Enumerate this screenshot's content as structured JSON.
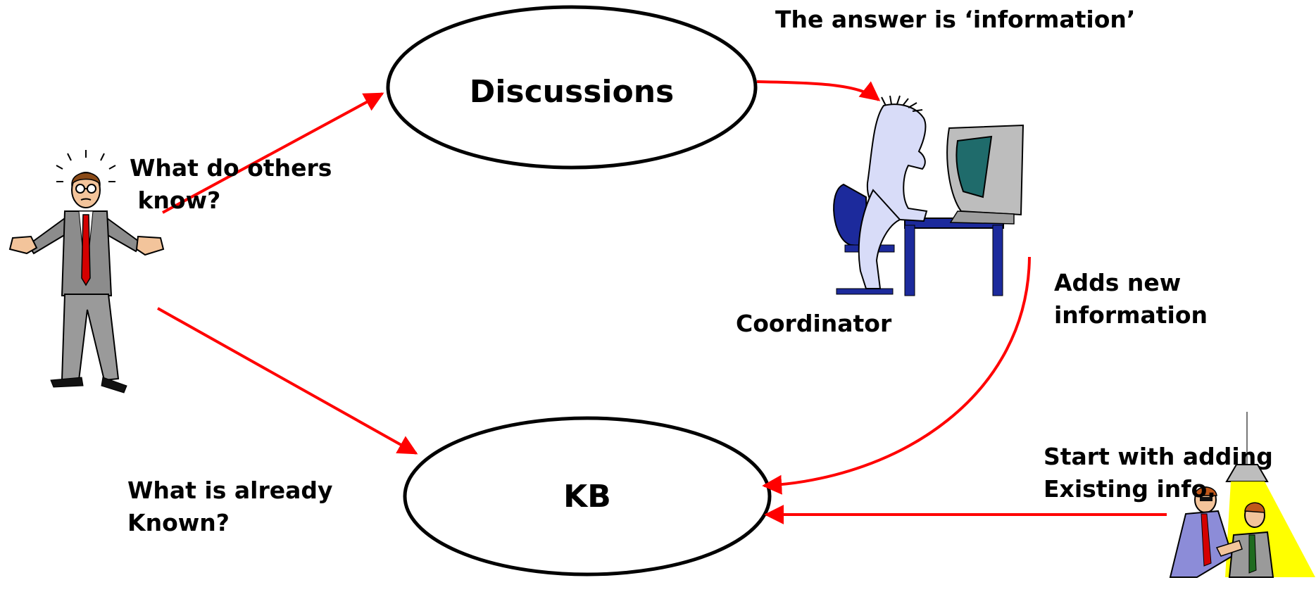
{
  "diagram": {
    "nodes": {
      "discussions": "Discussions",
      "kb": "KB"
    },
    "labels": {
      "others_know": [
        "What do others",
        " know?"
      ],
      "already_known": [
        "What is already",
        "Known?"
      ],
      "answer": "The answer is ‘information’",
      "adds_new": [
        "Adds new",
        "information"
      ],
      "coordinator": "Coordinator",
      "start_adding": [
        "Start with adding",
        "Existing info."
      ]
    },
    "colors": {
      "arrow": "#ff0000",
      "ellipse_stroke": "#000000",
      "suit_gray": "#8c8c8c",
      "tie_red": "#d40000",
      "coordinator_skin": "#d8dcf8",
      "monitor_gray": "#bdbdbd",
      "screen_teal": "#1f6b6b",
      "chair_blue": "#1c2a9c",
      "lamp_light": "#ffff00"
    },
    "figures": [
      "confused-person-icon",
      "coordinator-at-computer-icon",
      "interrogation-scene-icon"
    ]
  }
}
